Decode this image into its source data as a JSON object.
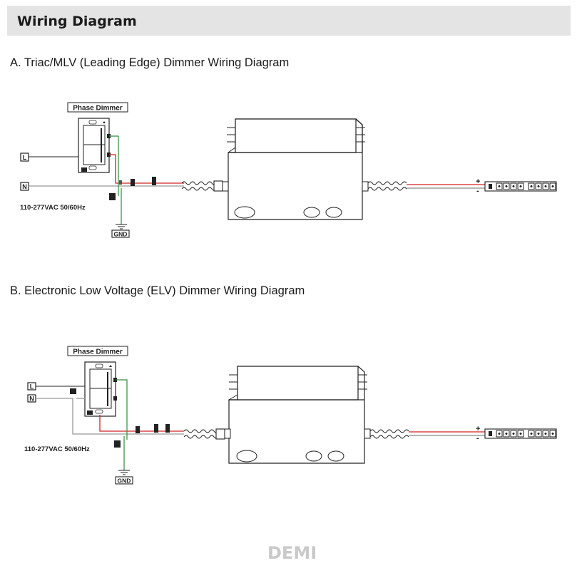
{
  "header": {
    "title": "Wiring Diagram"
  },
  "diagrams": [
    {
      "title": "A. Triac/MLV (Leading Edge) Dimmer Wiring Diagram",
      "dimmer_label": "Phase Dimmer",
      "line_label": "L",
      "neutral_label": "N",
      "voltage_label": "110-277VAC 50/60Hz",
      "ground_label": "GND",
      "positive_label": "+",
      "negative_label": "-"
    },
    {
      "title": "B. Electronic Low Voltage (ELV) Dimmer Wiring Diagram",
      "dimmer_label": "Phase Dimmer",
      "line_label": "L",
      "neutral_label": "N",
      "voltage_label": "110-277VAC 50/60Hz",
      "ground_label": "GND",
      "positive_label": "+",
      "negative_label": "-"
    }
  ],
  "footer": {
    "logo": "DEMI"
  },
  "colors": {
    "wire_hot": "#d42020",
    "wire_neutral": "#999999",
    "wire_ground": "#2e8b3a",
    "outline": "#222222"
  }
}
